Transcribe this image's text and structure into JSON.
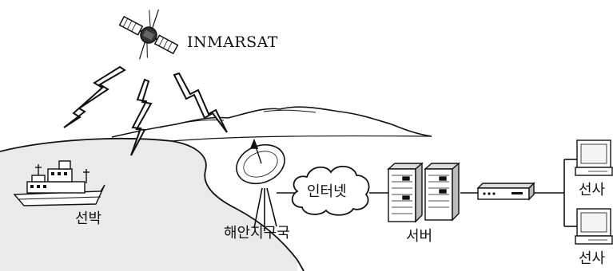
{
  "labels": {
    "satellite": "INMARSAT",
    "ship": "선박",
    "earth_station": "해안지구국",
    "internet": "인터넷",
    "server": "서버",
    "company_1": "선사",
    "company_2": "선사"
  },
  "icons": [
    "satellite-icon",
    "lightning-bolt-icon",
    "ship-icon",
    "satellite-dish-icon",
    "cloud-icon",
    "server-rack-icon",
    "router-icon",
    "desktop-computer-icon"
  ],
  "colors": {
    "line": "#111111",
    "sea": "#eaeaea",
    "land": "#ffffff",
    "background": "#ffffff"
  }
}
